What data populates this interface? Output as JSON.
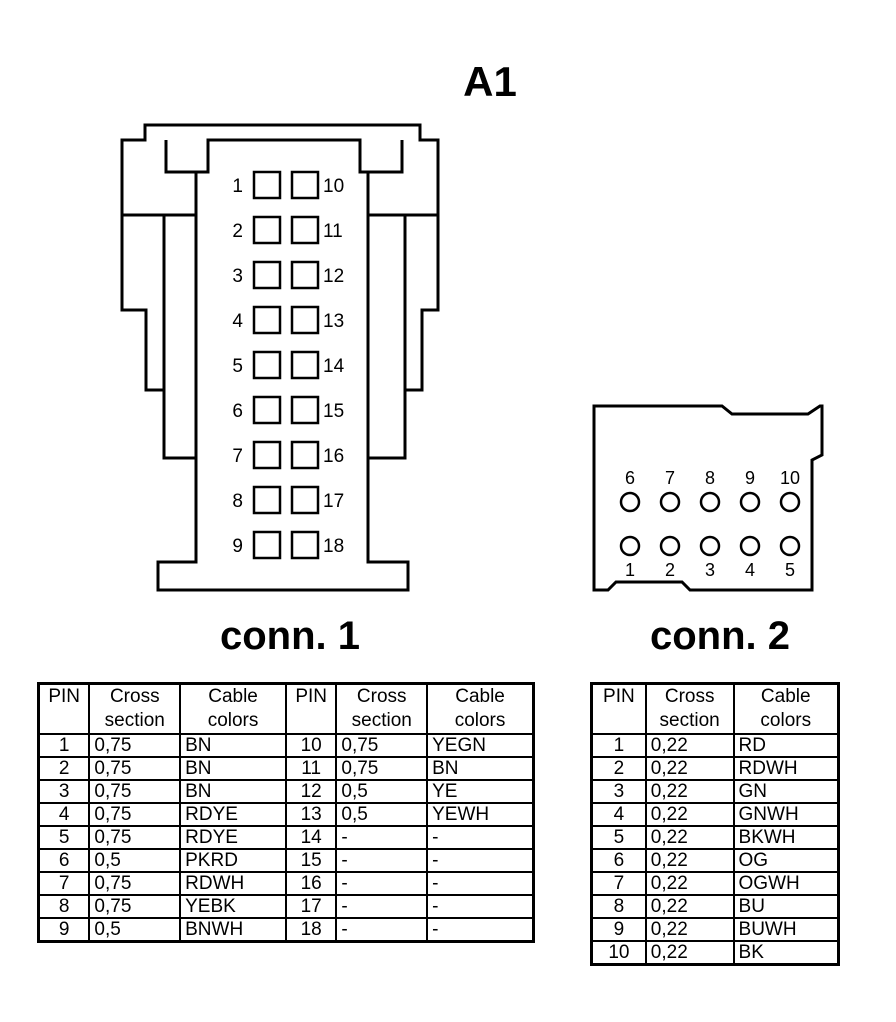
{
  "title": "A1",
  "connector1": {
    "label": "conn. 1",
    "pin_numbers": {
      "left": [
        "1",
        "2",
        "3",
        "4",
        "5",
        "6",
        "7",
        "8",
        "9"
      ],
      "right": [
        "10",
        "11",
        "12",
        "13",
        "14",
        "15",
        "16",
        "17",
        "18"
      ]
    },
    "table": {
      "headers": [
        "PIN",
        "Cross section",
        "Cable colors",
        "PIN",
        "Cross section",
        "Cable colors"
      ],
      "rows": [
        [
          "1",
          "0,75",
          "BN",
          "10",
          "0,75",
          "YEGN"
        ],
        [
          "2",
          "0,75",
          "BN",
          "11",
          "0,75",
          "BN"
        ],
        [
          "3",
          "0,75",
          "BN",
          "12",
          "0,5",
          "YE"
        ],
        [
          "4",
          "0,75",
          "RDYE",
          "13",
          "0,5",
          "YEWH"
        ],
        [
          "5",
          "0,75",
          "RDYE",
          "14",
          "-",
          "-"
        ],
        [
          "6",
          "0,5",
          "PKRD",
          "15",
          "-",
          "-"
        ],
        [
          "7",
          "0,75",
          "RDWH",
          "16",
          "-",
          "-"
        ],
        [
          "8",
          "0,75",
          "YEBK",
          "17",
          "-",
          "-"
        ],
        [
          "9",
          "0,5",
          "BNWH",
          "18",
          "-",
          "-"
        ]
      ]
    }
  },
  "connector2": {
    "label": "conn. 2",
    "pin_numbers": {
      "top": [
        "6",
        "7",
        "8",
        "9",
        "10"
      ],
      "bottom": [
        "1",
        "2",
        "3",
        "4",
        "5"
      ]
    },
    "table": {
      "headers": [
        "PIN",
        "Cross section",
        "Cable colors"
      ],
      "rows": [
        [
          "1",
          "0,22",
          "RD"
        ],
        [
          "2",
          "0,22",
          "RDWH"
        ],
        [
          "3",
          "0,22",
          "GN"
        ],
        [
          "4",
          "0,22",
          "GNWH"
        ],
        [
          "5",
          "0,22",
          "BKWH"
        ],
        [
          "6",
          "0,22",
          "OG"
        ],
        [
          "7",
          "0,22",
          "OGWH"
        ],
        [
          "8",
          "0,22",
          "BU"
        ],
        [
          "9",
          "0,22",
          "BUWH"
        ],
        [
          "10",
          "0,22",
          "BK"
        ]
      ]
    }
  }
}
